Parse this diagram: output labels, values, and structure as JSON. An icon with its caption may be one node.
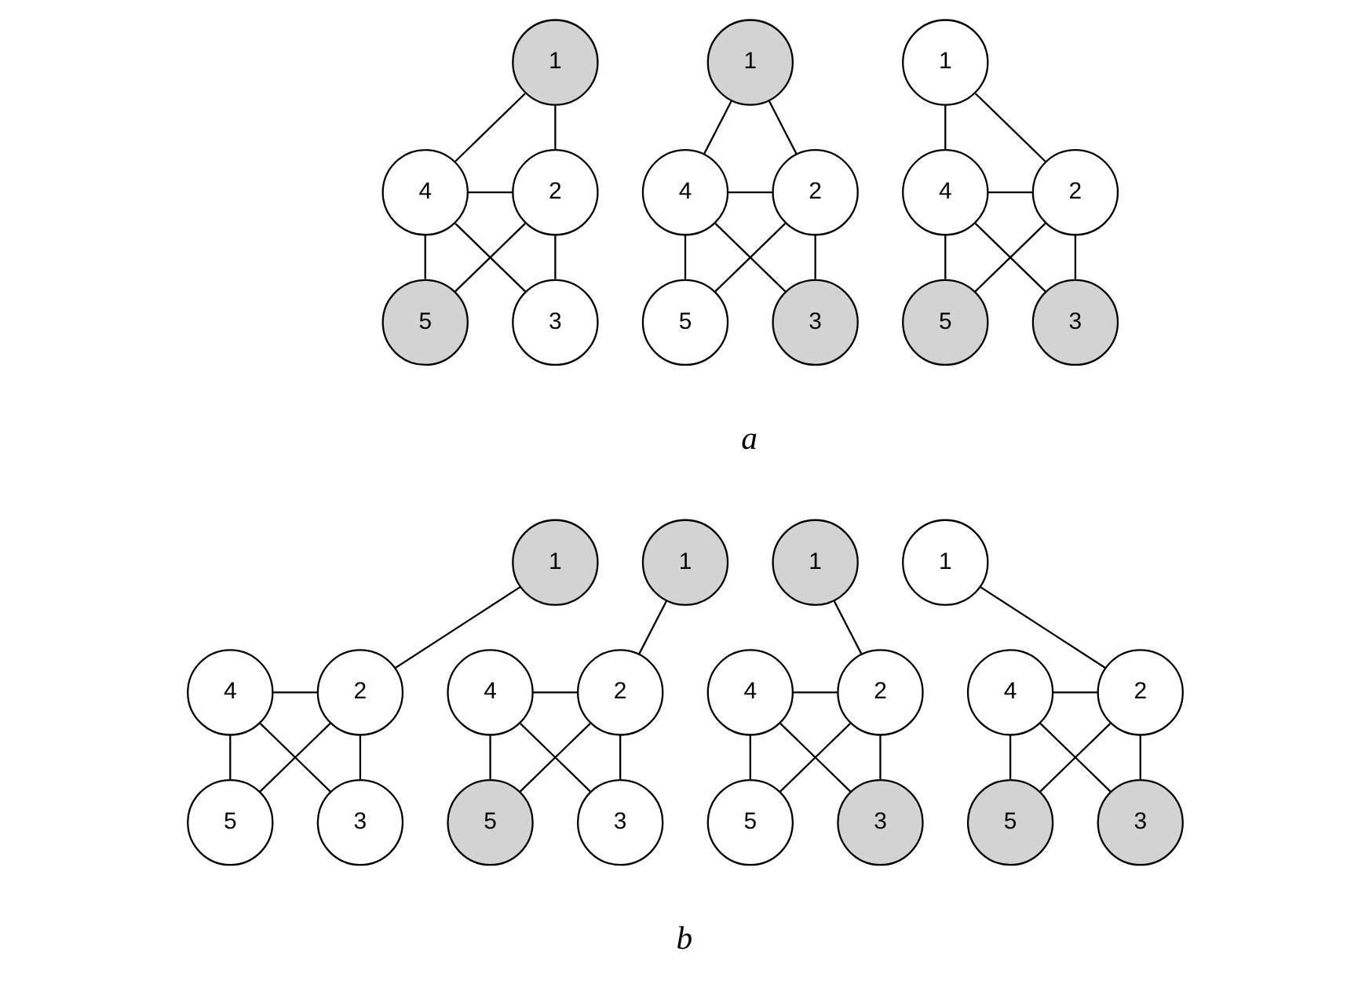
{
  "diagram": {
    "nodes": [
      {
        "text": [
          "1"
        ]
      },
      {
        "text": [
          "4"
        ]
      },
      {
        "text": [
          "2"
        ]
      },
      {
        "text": [
          "5"
        ]
      },
      {
        "text": [
          "3"
        ]
      },
      {
        "text": [
          "1"
        ]
      },
      {
        "text": [
          "4"
        ]
      },
      {
        "text": [
          "2"
        ]
      },
      {
        "text": [
          "5"
        ]
      },
      {
        "text": [
          "3"
        ]
      },
      {
        "text": [
          "1"
        ]
      },
      {
        "text": [
          "4"
        ]
      },
      {
        "text": [
          "2"
        ]
      },
      {
        "text": [
          "5"
        ]
      },
      {
        "text": [
          "3"
        ]
      },
      {
        "text": [
          "1"
        ]
      },
      {
        "text": [
          "4"
        ]
      },
      {
        "text": [
          "2"
        ]
      },
      {
        "text": [
          "5"
        ]
      },
      {
        "text": [
          "3"
        ]
      },
      {
        "text": [
          "1"
        ]
      },
      {
        "text": [
          "4"
        ]
      },
      {
        "text": [
          "2"
        ]
      },
      {
        "text": [
          "5"
        ]
      },
      {
        "text": [
          "3"
        ]
      },
      {
        "text": [
          "1"
        ]
      },
      {
        "text": [
          "4"
        ]
      },
      {
        "text": [
          "2"
        ]
      },
      {
        "text": [
          "5"
        ]
      },
      {
        "text": [
          "3"
        ]
      },
      {
        "text": [
          "1"
        ]
      },
      {
        "text": [
          "4"
        ]
      },
      {
        "text": [
          "2"
        ]
      },
      {
        "text": [
          "5"
        ]
      },
      {
        "text": [
          "3"
        ]
      }
    ],
    "edges": [
      {
        "from": 0,
        "to": 1,
        "arrow": "none"
      },
      {
        "from": 0,
        "to": 2,
        "arrow": "none"
      },
      {
        "from": 1,
        "to": 2,
        "arrow": "none"
      },
      {
        "from": 1,
        "to": 3,
        "arrow": "none"
      },
      {
        "from": 1,
        "to": 4,
        "arrow": "none"
      },
      {
        "from": 2,
        "to": 3,
        "arrow": "none"
      },
      {
        "from": 2,
        "to": 4,
        "arrow": "none"
      },
      {
        "from": 5,
        "to": 6,
        "arrow": "none"
      },
      {
        "from": 5,
        "to": 7,
        "arrow": "none"
      },
      {
        "from": 6,
        "to": 7,
        "arrow": "none"
      },
      {
        "from": 6,
        "to": 8,
        "arrow": "none"
      },
      {
        "from": 6,
        "to": 9,
        "arrow": "none"
      },
      {
        "from": 7,
        "to": 8,
        "arrow": "none"
      },
      {
        "from": 7,
        "to": 9,
        "arrow": "none"
      },
      {
        "from": 10,
        "to": 11,
        "arrow": "none"
      },
      {
        "from": 10,
        "to": 12,
        "arrow": "none"
      },
      {
        "from": 11,
        "to": 12,
        "arrow": "none"
      },
      {
        "from": 11,
        "to": 13,
        "arrow": "none"
      },
      {
        "from": 11,
        "to": 14,
        "arrow": "none"
      },
      {
        "from": 12,
        "to": 13,
        "arrow": "none"
      },
      {
        "from": 12,
        "to": 14,
        "arrow": "none"
      },
      {
        "from": 15,
        "to": 17,
        "arrow": "none"
      },
      {
        "from": 16,
        "to": 17,
        "arrow": "none"
      },
      {
        "from": 16,
        "to": 18,
        "arrow": "none"
      },
      {
        "from": 16,
        "to": 19,
        "arrow": "none"
      },
      {
        "from": 17,
        "to": 18,
        "arrow": "none"
      },
      {
        "from": 17,
        "to": 19,
        "arrow": "none"
      },
      {
        "from": 20,
        "to": 22,
        "arrow": "none"
      },
      {
        "from": 21,
        "to": 22,
        "arrow": "none"
      },
      {
        "from": 21,
        "to": 23,
        "arrow": "none"
      },
      {
        "from": 21,
        "to": 24,
        "arrow": "none"
      },
      {
        "from": 22,
        "to": 23,
        "arrow": "none"
      },
      {
        "from": 22,
        "to": 24,
        "arrow": "none"
      },
      {
        "from": 25,
        "to": 27,
        "arrow": "none"
      },
      {
        "from": 26,
        "to": 27,
        "arrow": "none"
      },
      {
        "from": 26,
        "to": 28,
        "arrow": "none"
      },
      {
        "from": 26,
        "to": 29,
        "arrow": "none"
      },
      {
        "from": 27,
        "to": 28,
        "arrow": "none"
      },
      {
        "from": 27,
        "to": 29,
        "arrow": "none"
      },
      {
        "from": 30,
        "to": 32,
        "arrow": "none"
      },
      {
        "from": 31,
        "to": 32,
        "arrow": "none"
      },
      {
        "from": 31,
        "to": 33,
        "arrow": "none"
      },
      {
        "from": 31,
        "to": 34,
        "arrow": "none"
      },
      {
        "from": 32,
        "to": 33,
        "arrow": "none"
      },
      {
        "from": 32,
        "to": 34,
        "arrow": "none"
      }
    ],
    "labels": [
      "a",
      "b"
    ]
  }
}
